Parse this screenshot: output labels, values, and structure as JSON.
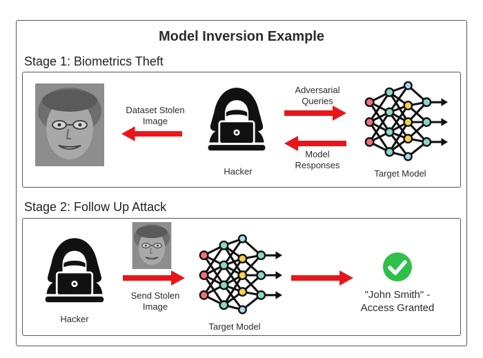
{
  "title": "Model Inversion Example",
  "stage1": {
    "label": "Stage 1: Biometrics Theft",
    "dataset_stolen_line1": "Dataset Stolen",
    "dataset_stolen_line2": "Image",
    "adversarial_line1": "Adversarial",
    "adversarial_line2": "Queries",
    "model_responses_line1": "Model",
    "model_responses_line2": "Responses",
    "hacker": "Hacker",
    "target_model": "Target Model"
  },
  "stage2": {
    "label": "Stage 2: Follow Up Attack",
    "hacker": "Hacker",
    "send_stolen_line1": "Send Stolen",
    "send_stolen_line2": "Image",
    "target_model": "Target Model",
    "result_line1": "\"John Smith\" -",
    "result_line2": "Access Granted"
  },
  "colors": {
    "arrow": "#e8161b",
    "check": "#2fbf4a",
    "node_red": "#f0707a",
    "node_teal": "#8ad6c8",
    "node_yellow": "#f5cf4a",
    "node_blue": "#a9d7ee"
  },
  "icons": [
    "hacker-icon",
    "neural-network-icon",
    "check-circle-icon",
    "face-image"
  ]
}
